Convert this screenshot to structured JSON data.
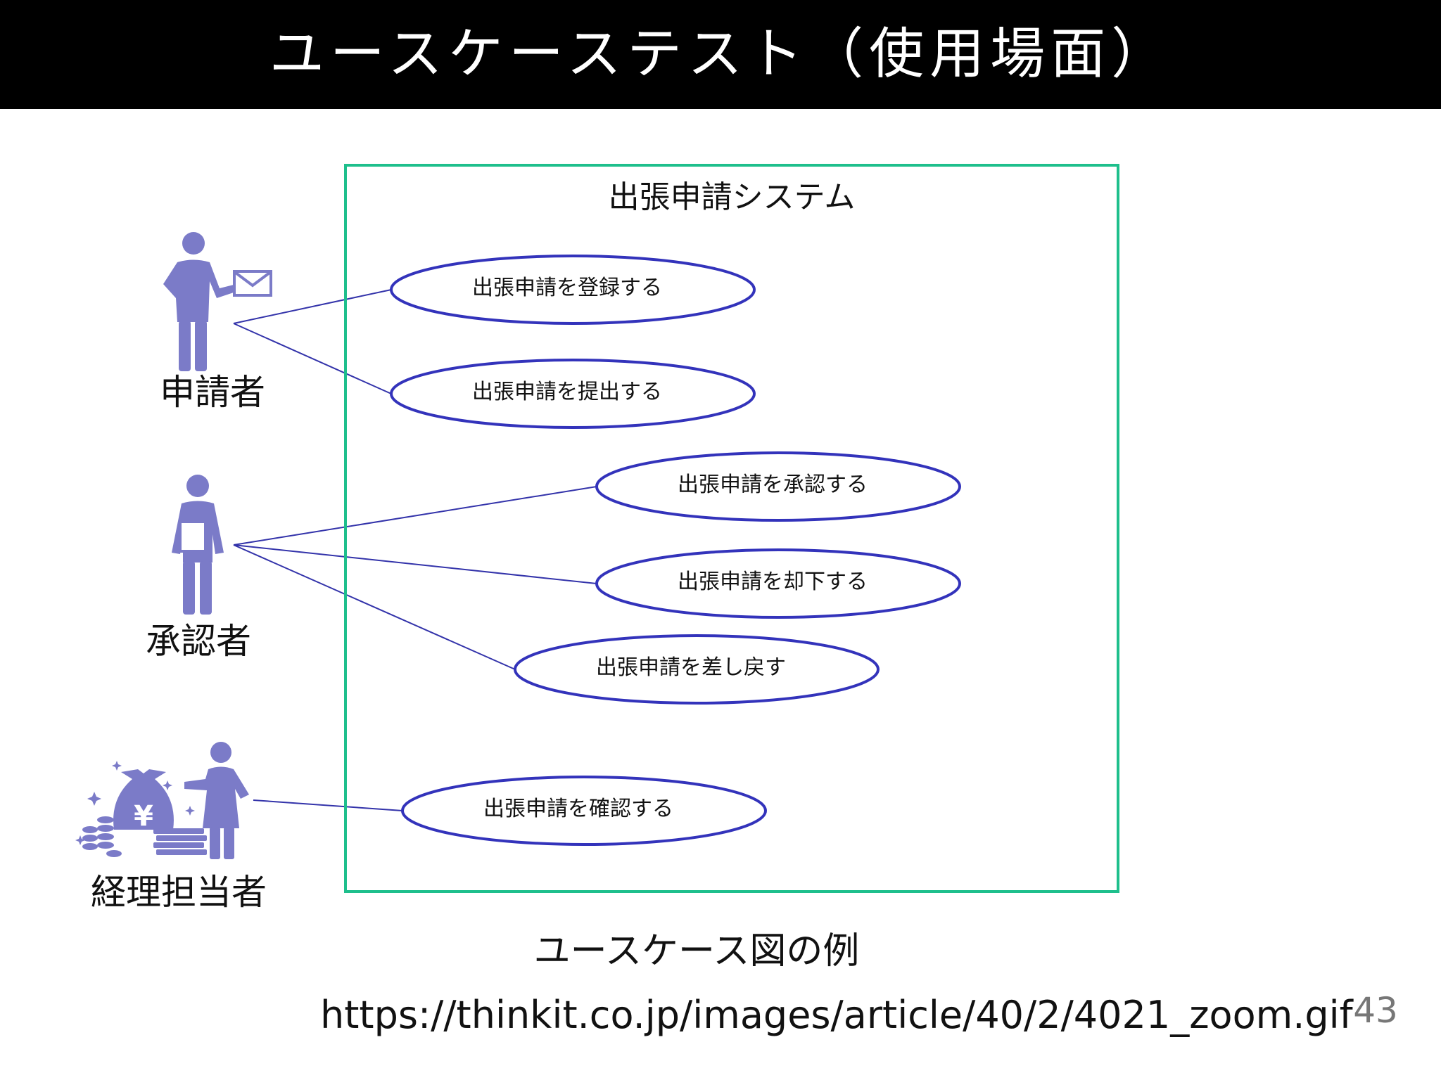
{
  "slide": {
    "title": "ユースケーステスト（使用場面）",
    "caption": "ユースケース図の例",
    "source_url": "https://thinkit.co.jp/images/article/40/2/4021_zoom.gif",
    "page_number": "43"
  },
  "diagram": {
    "system_name": "出張申請システム",
    "actors": [
      {
        "id": "applicant",
        "label": "申請者",
        "icon": "businessman-with-envelope-icon"
      },
      {
        "id": "approver",
        "label": "承認者",
        "icon": "businessman-with-document-icon"
      },
      {
        "id": "accountant",
        "label": "経理担当者",
        "icon": "person-with-money-bag-icon"
      }
    ],
    "use_cases": [
      {
        "label": "出張申請を登録する",
        "actor": "applicant"
      },
      {
        "label": "出張申請を提出する",
        "actor": "applicant"
      },
      {
        "label": "出張申請を承認する",
        "actor": "approver"
      },
      {
        "label": "出張申請を却下する",
        "actor": "approver"
      },
      {
        "label": "出張申請を差し戻す",
        "actor": "approver"
      },
      {
        "label": "出張申請を確認する",
        "actor": "accountant"
      }
    ]
  },
  "colors": {
    "header_bg": "#000000",
    "system_border": "#1ebf8c",
    "use_case_border": "#3333bb",
    "actor_fill": "#7b7bc8",
    "connector": "#3333aa"
  }
}
